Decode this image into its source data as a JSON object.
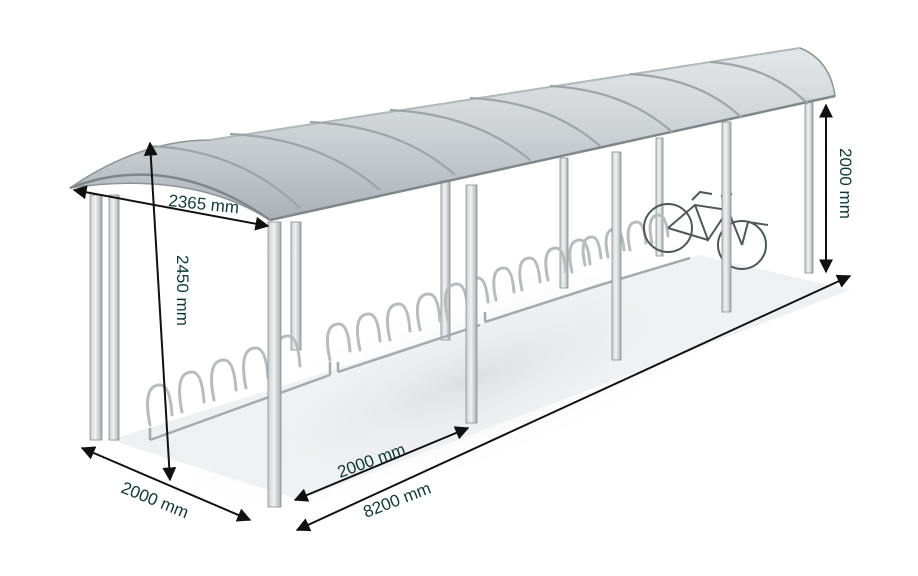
{
  "diagram": {
    "dimensions": {
      "canopy_width": "2365 mm",
      "height_front": "2450 mm",
      "depth": "2000 mm",
      "bay_spacing": "2000 mm",
      "total_length": "8200 mm",
      "height_rear": "2000 mm"
    }
  }
}
